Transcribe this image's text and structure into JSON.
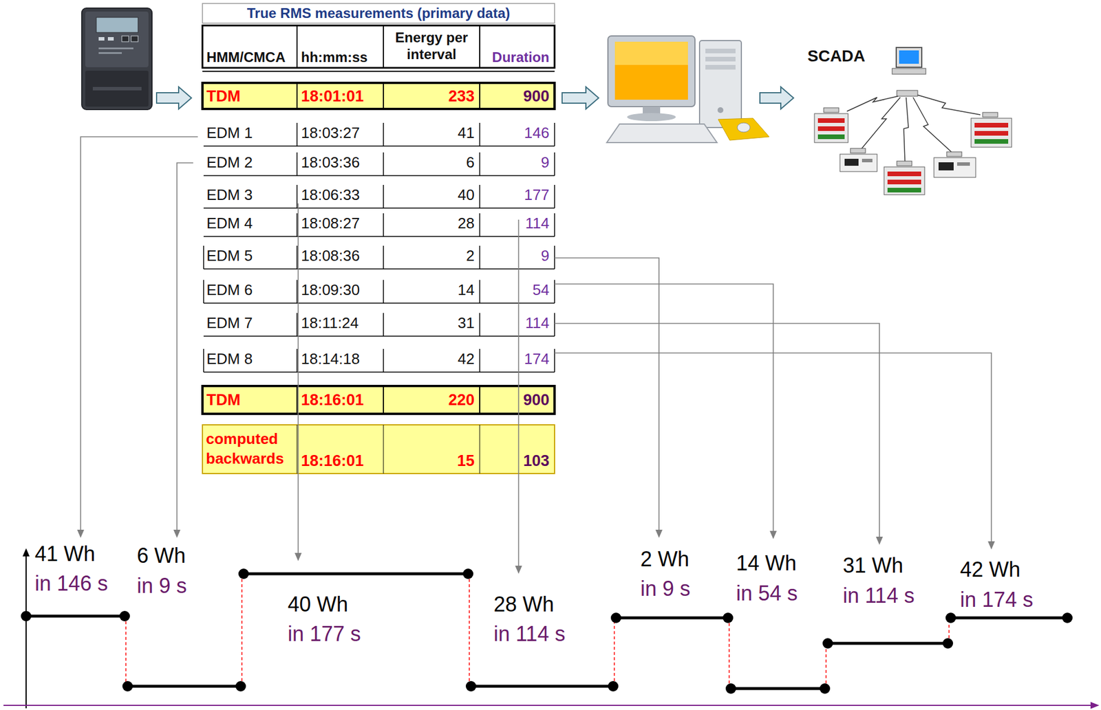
{
  "diagram": {
    "labels": [
      "True RMS measurements (primary data)",
      "HMM/CMCA",
      "hh:mm:ss",
      "Energy per interval",
      "Duration",
      "TDM",
      "18:01:01",
      "233",
      "900",
      "EDM 1",
      "18:03:27",
      "41",
      "146",
      "EDM 2",
      "18:03:36",
      "6",
      "9",
      "EDM 3",
      "18:06:33",
      "40",
      "177",
      "EDM 4",
      "18:08:27",
      "28",
      "114",
      "EDM 5",
      "18:08:36",
      "2",
      "9",
      "EDM 6",
      "18:09:30",
      "14",
      "54",
      "EDM 7",
      "18:11:24",
      "31",
      "114",
      "EDM 8",
      "18:14:18",
      "42",
      "174",
      "TDM",
      "18:16:01",
      "220",
      "900",
      "computed backwards",
      "18:16:01",
      "15",
      "103",
      "SCADA",
      "41 Wh",
      "in 146 s",
      "6 Wh",
      "in 9 s",
      "40 Wh",
      "in 177 s",
      "28 Wh",
      "in 114 s",
      "2 Wh",
      "in 9 s",
      "14 Wh",
      "in 54 s",
      "31 Wh",
      "in 114 s",
      "42 Wh",
      "in 174 s"
    ]
  }
}
